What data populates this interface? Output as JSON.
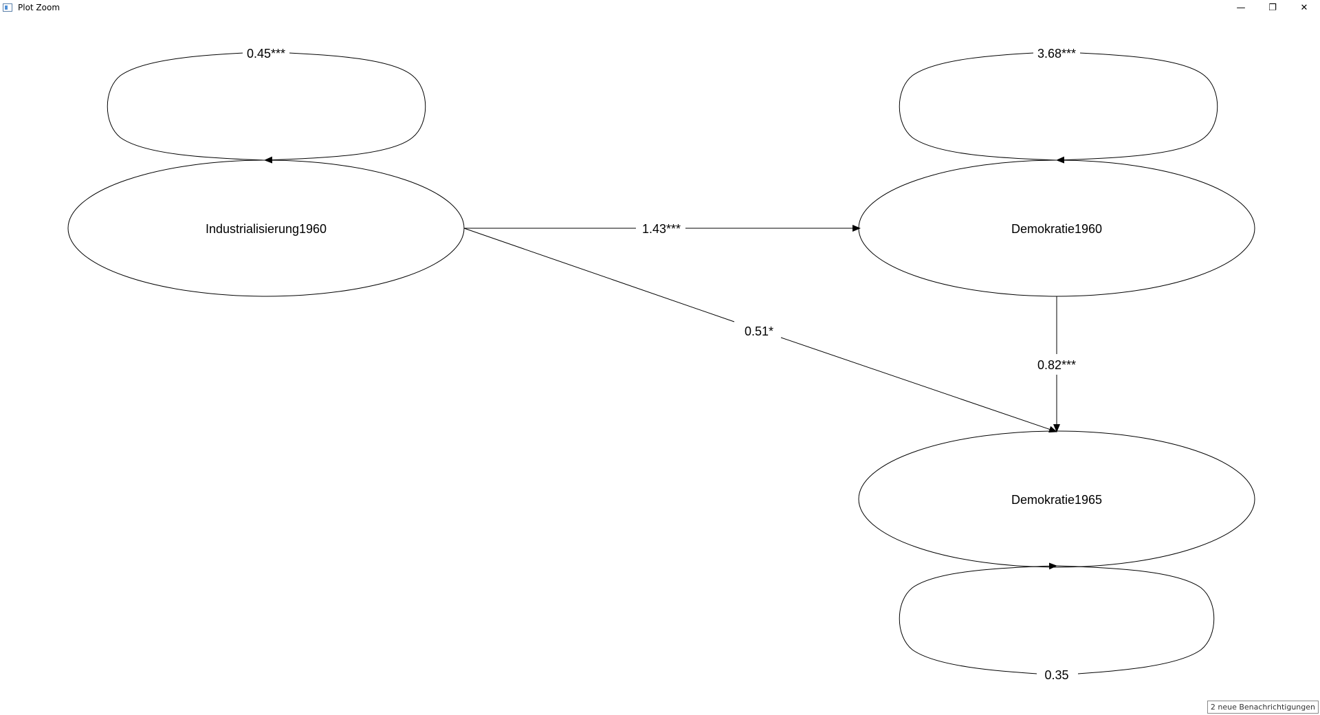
{
  "window": {
    "title": "Plot Zoom",
    "minimize_glyph": "—",
    "maximize_glyph": "❐",
    "close_glyph": "✕"
  },
  "diagram": {
    "nodes": {
      "industrialisierung": "Industrialisierung1960",
      "demokratie1960": "Demokratie1960",
      "demokratie1965": "Demokratie1965"
    },
    "edges": {
      "ind_to_dem60": "1.43***",
      "ind_to_dem65": "0.51*",
      "dem60_to_dem65": "0.82***"
    },
    "variances": {
      "industrialisierung": "0.45***",
      "demokratie1960": "3.68***",
      "demokratie1965": "0.35"
    }
  },
  "taskbar": {
    "notification": "2 neue Benachrichtigungen"
  }
}
